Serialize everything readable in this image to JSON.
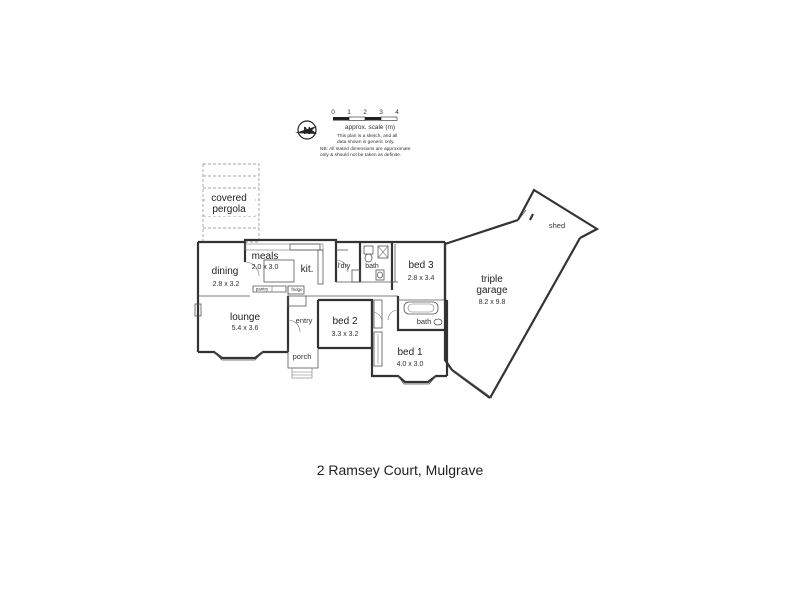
{
  "scale": {
    "ticks": [
      "0",
      "1",
      "2",
      "3",
      "4"
    ],
    "label": "approx. scale (m)",
    "note_lines": [
      "This plan is a sketch, and all",
      "data shown is generic only."
    ],
    "nb_lines": [
      "NB: All stated dimensions are approximate",
      "only & should not be taken as definite."
    ]
  },
  "compass": {
    "letter": "N"
  },
  "rooms": {
    "pergola": {
      "name_line1": "covered",
      "name_line2": "pergola"
    },
    "dining": {
      "name": "dining",
      "dim": "2.8 x 3.2"
    },
    "meals": {
      "name": "meals",
      "dim": "2.0 x 3.0"
    },
    "kitchen": {
      "name": "kit."
    },
    "pantry": {
      "name": "pantry"
    },
    "fridge": {
      "name": "fridge"
    },
    "lounge": {
      "name": "lounge",
      "dim": "5.4 x 3.6"
    },
    "entry": {
      "name": "entry"
    },
    "porch": {
      "name": "porch"
    },
    "laundry": {
      "name": "l'dry"
    },
    "bath_upper": {
      "name": "bath"
    },
    "bed3": {
      "name": "bed 3",
      "dim": "2.8 x 3.4"
    },
    "bed2": {
      "name": "bed 2",
      "dim": "3.3 x 3.2"
    },
    "bath_lower": {
      "name": "bath"
    },
    "bed1": {
      "name": "bed 1",
      "dim": "4.0 x 3.0"
    },
    "garage": {
      "name_line1": "triple",
      "name_line2": "garage",
      "dim": "8.2 x 9.8"
    },
    "shed": {
      "name": "shed"
    }
  },
  "address": "2 Ramsey Court, Mulgrave"
}
